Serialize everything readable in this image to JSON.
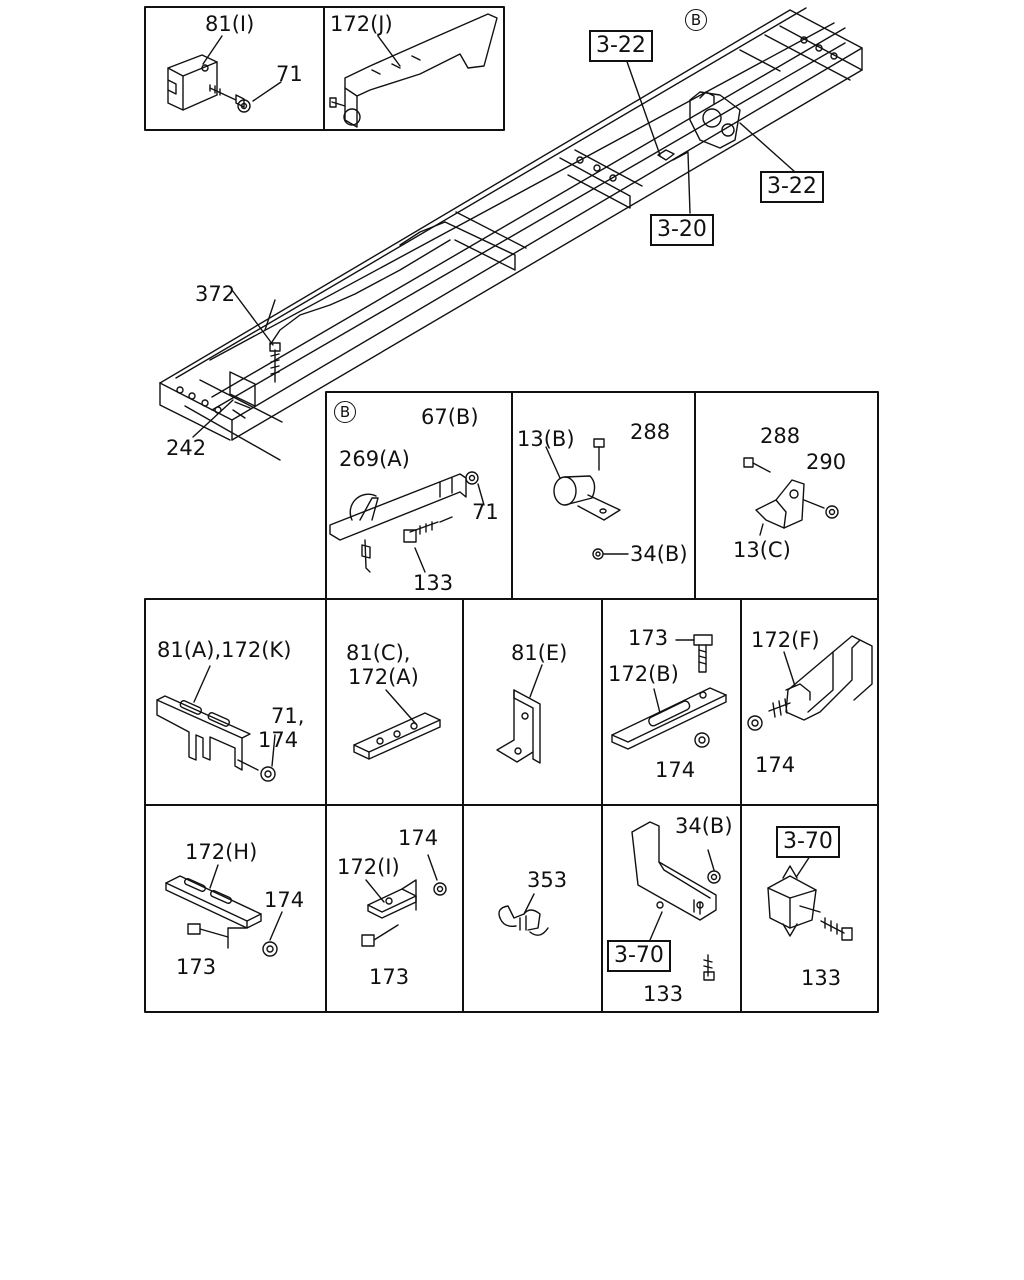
{
  "frame_labels": {
    "l372": "372",
    "l242": "242",
    "ref_322_top": "3-22",
    "ref_322_right": "3-22",
    "ref_320": "3-20",
    "marker_b": "B"
  },
  "panels": {
    "p81i": {
      "part": "81(I)",
      "nut": "71"
    },
    "p172j": {
      "part": "172(J)"
    },
    "pb": {
      "marker": "B",
      "l67b": "67(B)",
      "l269a": "269(A)",
      "l71": "71",
      "l133": "133"
    },
    "p13b": {
      "l13b": "13(B)",
      "l288": "288",
      "l34b": "34(B)"
    },
    "p13c": {
      "l288": "288",
      "l290": "290",
      "l13c": "13(C)"
    },
    "p81a": {
      "title": "81(A),172(K)",
      "l71": "71,",
      "l174": "174"
    },
    "p81c": {
      "line1": "81(C),",
      "line2": "172(A)"
    },
    "p81e": {
      "title": "81(E)"
    },
    "p172b": {
      "l173": "173",
      "l172b": "172(B)",
      "l174": "174"
    },
    "p172f": {
      "l172f": "172(F)",
      "l174": "174"
    },
    "p172h": {
      "l172h": "172(H)",
      "l174": "174",
      "l173": "173"
    },
    "p172i": {
      "l174": "174",
      "l172i": "172(I)",
      "l173": "173"
    },
    "p353": {
      "l353": "353"
    },
    "p34b": {
      "l34b": "34(B)",
      "ref": "3-70",
      "l133": "133"
    },
    "p370": {
      "ref": "3-70",
      "l133": "133"
    }
  }
}
